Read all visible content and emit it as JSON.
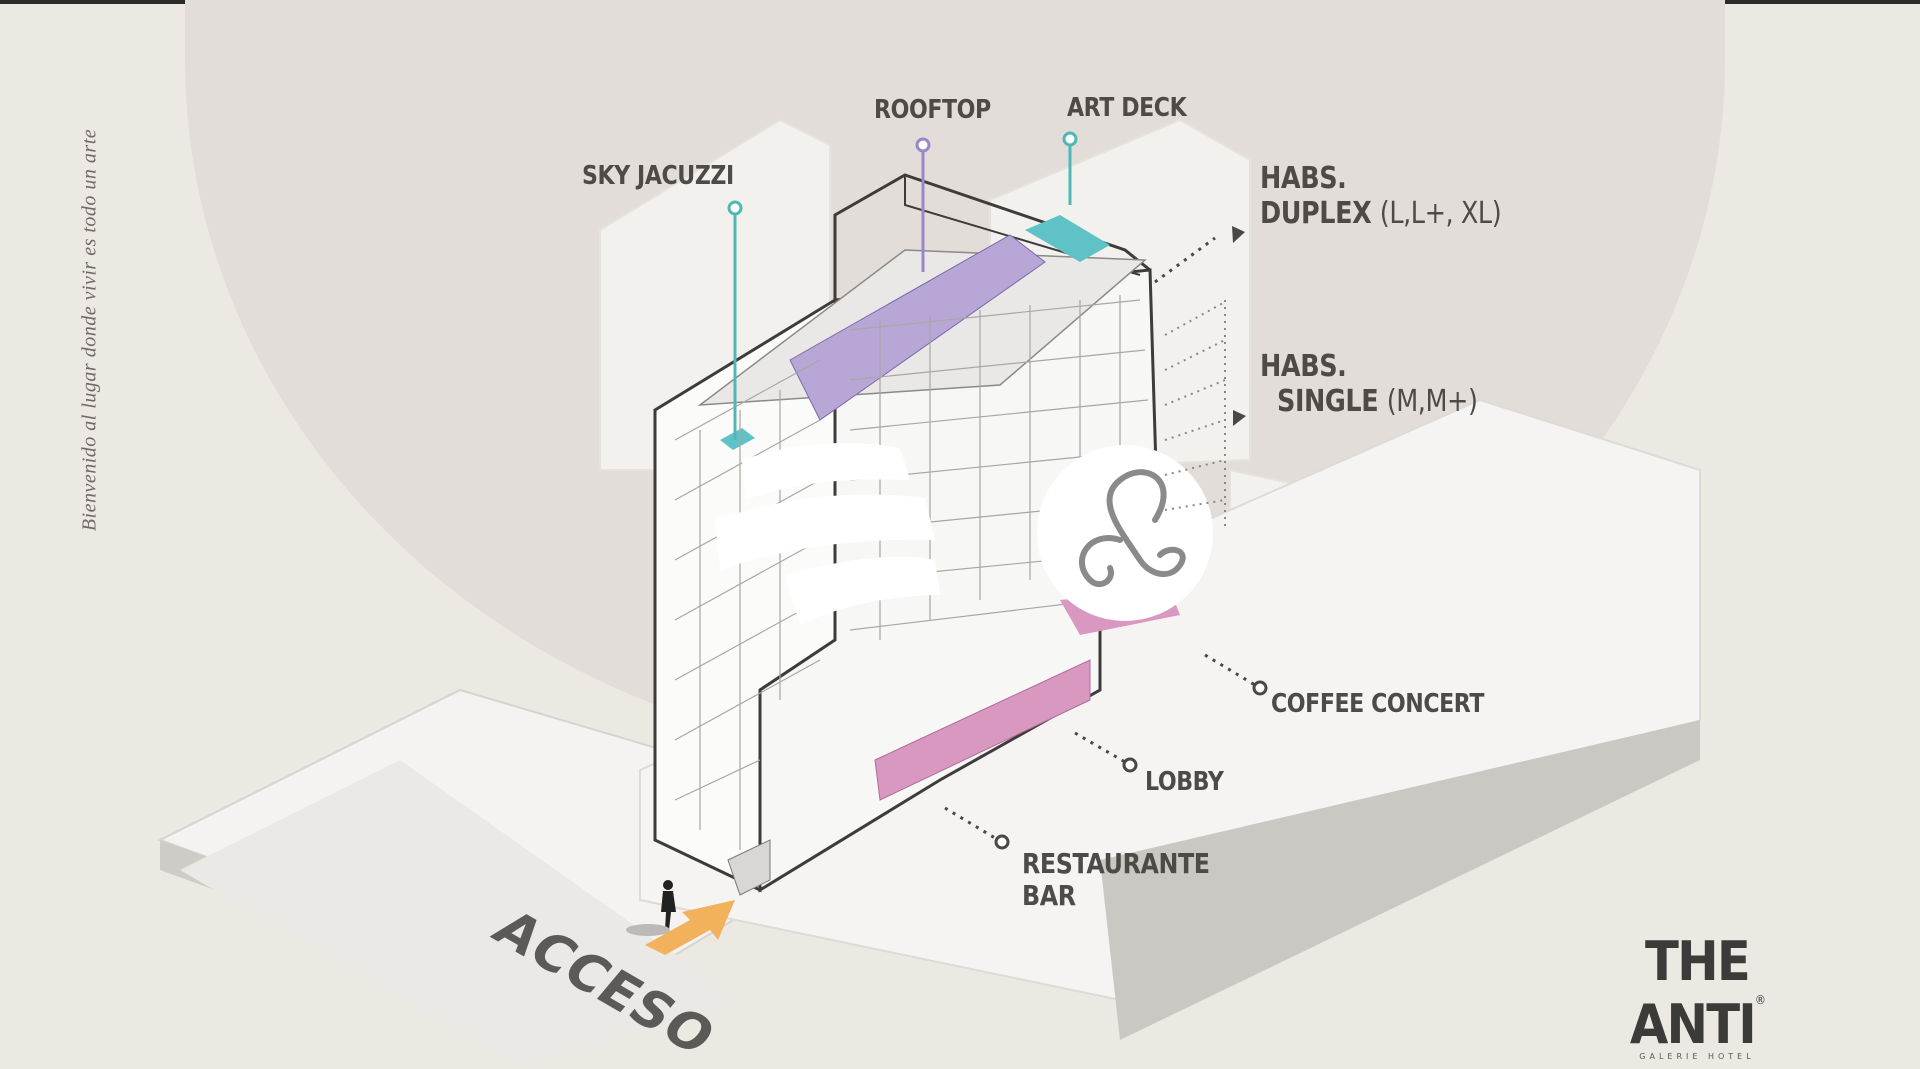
{
  "tagline": "Bienvenido al lugar donde vivir es todo un arte",
  "labels": {
    "rooftop": "ROOFTOP",
    "art_deck": "ART DECK",
    "sky_jacuzzi": "SKY JACUZZI",
    "habs_duplex_line1": "HABS.",
    "habs_duplex_line2": "DUPLEX",
    "habs_duplex_types": "(L,L+, XL)",
    "habs_single_line1": "HABS.",
    "habs_single_line2": "SINGLE",
    "habs_single_types": "(M,M+)",
    "coffee_concert": "COFFEE CONCERT",
    "lobby": "LOBBY",
    "restaurante_line1": "RESTAURANTE",
    "restaurante_line2": "BAR",
    "acceso": "ACCESO"
  },
  "logo": {
    "name": "THE ANTI",
    "registered": "®",
    "subtitle": "GALERIE HOTEL"
  },
  "colors": {
    "background": "#ece8e2",
    "arc": "#e2ddd8",
    "rooftop": "#b7a6d6",
    "pool": "#5fc2c6",
    "ground_floor": "#d998bf",
    "access_arrow": "#f1b25b",
    "leader_teal": "#4fb8b6",
    "leader_purple": "#9b87c8",
    "building_outline": "#3e3c3b"
  },
  "icons": [
    "direction-arrow-icon",
    "pedestrian-icon",
    "brand-swoosh-icon",
    "brand-ampersand-icon"
  ]
}
